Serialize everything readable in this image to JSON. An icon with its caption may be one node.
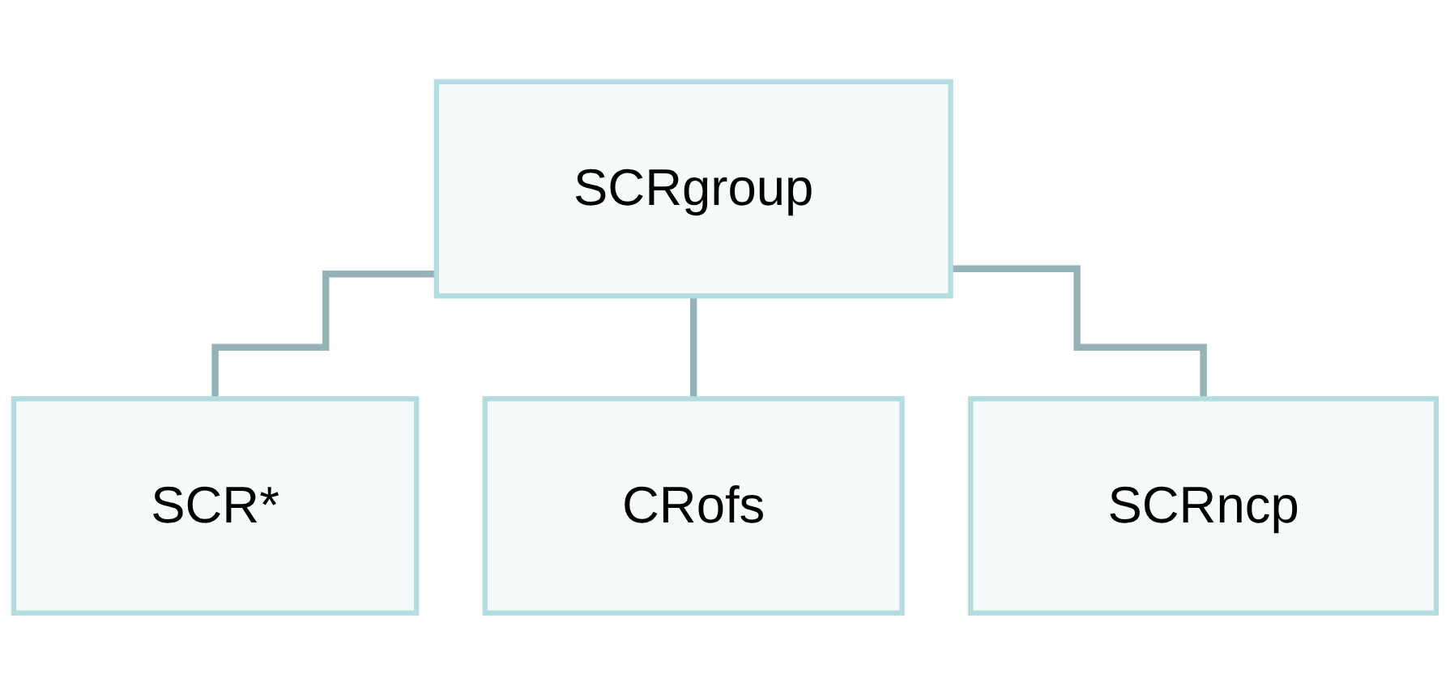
{
  "diagram": {
    "nodes": [
      {
        "text": [
          "SCRgroup"
        ]
      },
      {
        "text": [
          "SCR*"
        ]
      },
      {
        "text": [
          "CRofs"
        ]
      },
      {
        "text": [
          "SCRncp"
        ]
      }
    ],
    "edges": [
      {
        "from": 0,
        "to": 1,
        "arrow": "none"
      },
      {
        "from": 0,
        "to": 2,
        "arrow": "none"
      },
      {
        "from": 0,
        "to": 3,
        "arrow": "none"
      }
    ]
  }
}
